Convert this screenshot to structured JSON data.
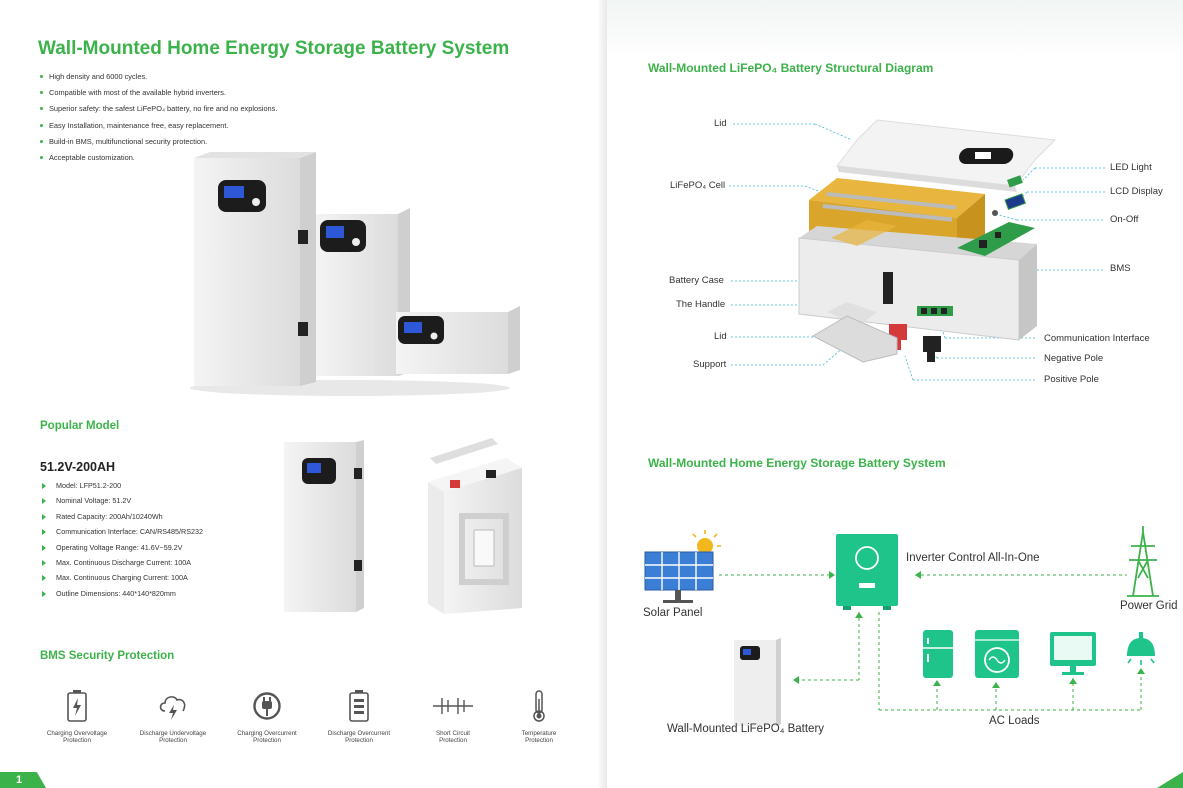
{
  "left": {
    "title": "Wall-Mounted Home Energy Storage Battery System",
    "features": [
      "High density and 6000 cycles.",
      "Compatible with most of the available hybrid inverters.",
      "Superior safety: the safest LiFePO₄ battery, no fire and no explosions.",
      "Easy Installation, maintenance free, easy replacement.",
      "Build-in BMS, multifunctional security protection.",
      "Acceptable customization."
    ],
    "popular_heading": "Popular Model",
    "model_name": "51.2V-200AH",
    "specs": [
      "Model: LFP51.2-200",
      "Nominal Voltage: 51.2V",
      "Rated Capacity: 200Ah/10240Wh",
      "Communication Interface: CAN/RS485/RS232",
      "Operating Voltage Range: 41.6V~59.2V",
      "Max. Continuous Discharge Current: 100A",
      "Max. Continuous Charging Current: 100A",
      "Outline Dimensions: 440*140*820mm"
    ],
    "bms_heading": "BMS Security Protection",
    "bms_items": [
      {
        "line1": "Charging Overvoltage",
        "line2": "Protection",
        "icon": "battery-bolt-icon"
      },
      {
        "line1": "Discharge Undervoltage",
        "line2": "Protection",
        "icon": "cloud-bolt-icon"
      },
      {
        "line1": "Charging Overcurrent",
        "line2": "Protection",
        "icon": "plug-icon"
      },
      {
        "line1": "Discharge Overcurrent",
        "line2": "Protection",
        "icon": "battery-level-icon"
      },
      {
        "line1": "Short Circuit",
        "line2": "Protection",
        "icon": "circuit-icon"
      },
      {
        "line1": "Temperature",
        "line2": "Protection",
        "icon": "thermometer-icon"
      }
    ],
    "page_number": "1"
  },
  "right": {
    "structural_heading": "Wall-Mounted LiFePO₄ Battery Structural Diagram",
    "callouts": {
      "lid_top": "Lid",
      "cell": "LiFePO₄ Cell",
      "case": "Battery Case",
      "handle": "The Handle",
      "lid_bottom": "Lid",
      "support": "Support",
      "led": "LED Light",
      "lcd": "LCD Display",
      "onoff": "On-Off",
      "bms": "BMS",
      "comm": "Communication Interface",
      "negative": "Negative Pole",
      "positive": "Positive Pole"
    },
    "system_heading": "Wall-Mounted Home Energy Storage Battery System",
    "flow": {
      "solar": "Solar Panel",
      "inverter": "Inverter Control All-In-One",
      "grid": "Power Grid",
      "battery": "Wall-Mounted LiFePO₄ Battery",
      "loads": "AC Loads"
    },
    "colors": {
      "accent": "#3cb34a",
      "device": "#1ec48a",
      "panel": "#3a7fd5"
    }
  }
}
